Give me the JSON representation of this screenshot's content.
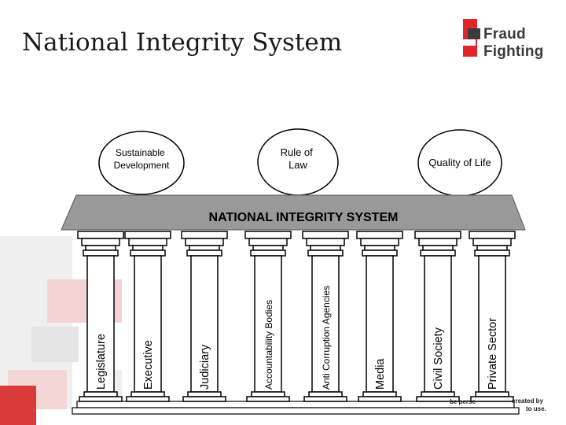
{
  "title": "National Integrity System",
  "logo": {
    "line1": "Fraud",
    "line2": "Fighting",
    "colors": {
      "red": "#e0262b",
      "gray": "#3b3b3b"
    }
  },
  "circles": [
    "Sustainable Development",
    "Rule of Law",
    "Quality of Life"
  ],
  "roof_label": "NATIONAL INTEGRITY SYSTEM",
  "pillars": [
    "Legislature",
    "Executive",
    "Judiciary",
    "Accountability Bodies",
    "Anti Corruption Agencies",
    "Media",
    "Civil Society",
    "Private Sector"
  ],
  "footer_fragments": {
    "left": "be perse",
    "right_top": "created by",
    "right_bottom": "to use."
  },
  "colors": {
    "roof": "#999999",
    "deco_red": "#e8a0a0",
    "deco_gray": "#e6e6e6"
  }
}
